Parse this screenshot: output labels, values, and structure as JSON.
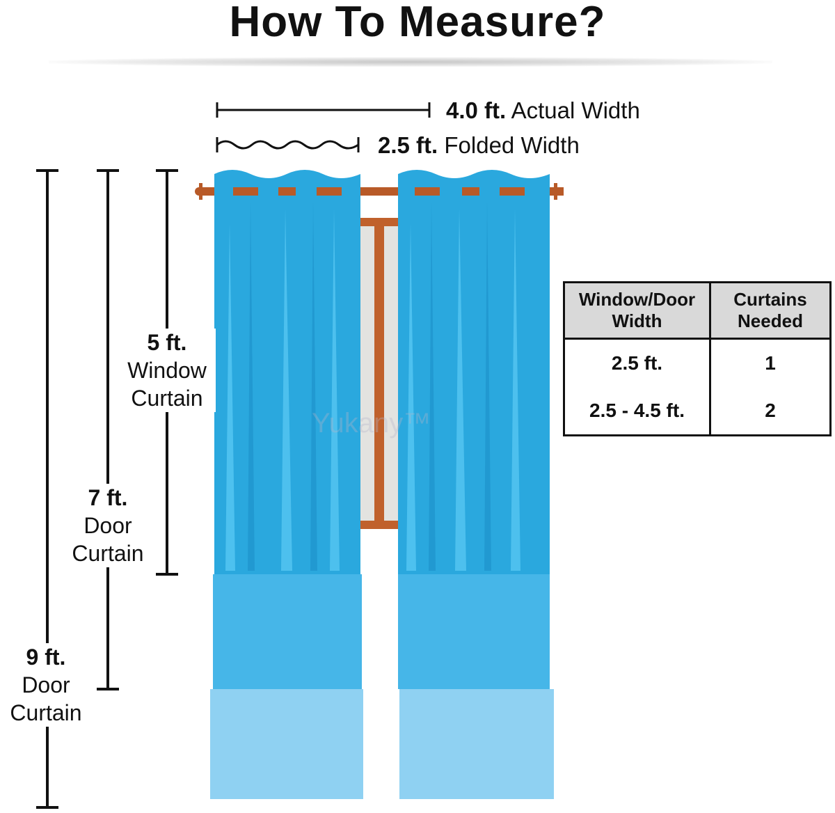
{
  "title": "How To Measure?",
  "widths": [
    {
      "value": "4.0 ft.",
      "label": "Actual Width"
    },
    {
      "value": "2.5 ft.",
      "label": "Folded Width"
    }
  ],
  "heights": [
    {
      "value": "5 ft.",
      "line1": "Window",
      "line2": "Curtain"
    },
    {
      "value": "7 ft.",
      "line1": "Door",
      "line2": "Curtain"
    },
    {
      "value": "9 ft.",
      "line1": "Door",
      "line2": "Curtain"
    }
  ],
  "table": {
    "headers": [
      [
        "Window/Door",
        "Width"
      ],
      [
        "Curtains",
        "Needed"
      ]
    ],
    "rows": [
      {
        "width": "2.5 ft.",
        "needed": "1"
      },
      {
        "width": "2.5 - 4.5 ft.",
        "needed": "2"
      }
    ]
  },
  "watermark": "Yukany™",
  "colors": {
    "curtain_top": "#2aa8de",
    "curtain_mid": "#46b6e8",
    "curtain_bottom": "#8fd1f2",
    "rod": "#b85a28"
  }
}
